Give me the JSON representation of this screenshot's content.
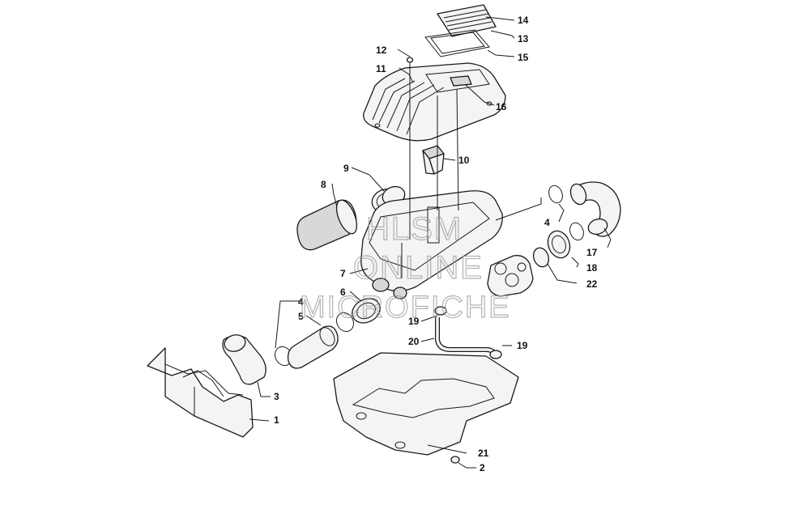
{
  "watermark": {
    "line1": "HLSM",
    "line2": "ONLINE",
    "line3": "MICROFICHE"
  },
  "callouts": [
    "14",
    "13",
    "15",
    "12",
    "11",
    "16",
    "10",
    "9",
    "8",
    "4",
    "17",
    "18",
    "22",
    "7",
    "6",
    "4",
    "5",
    "19",
    "20",
    "19",
    "3",
    "1",
    "21",
    "2"
  ]
}
